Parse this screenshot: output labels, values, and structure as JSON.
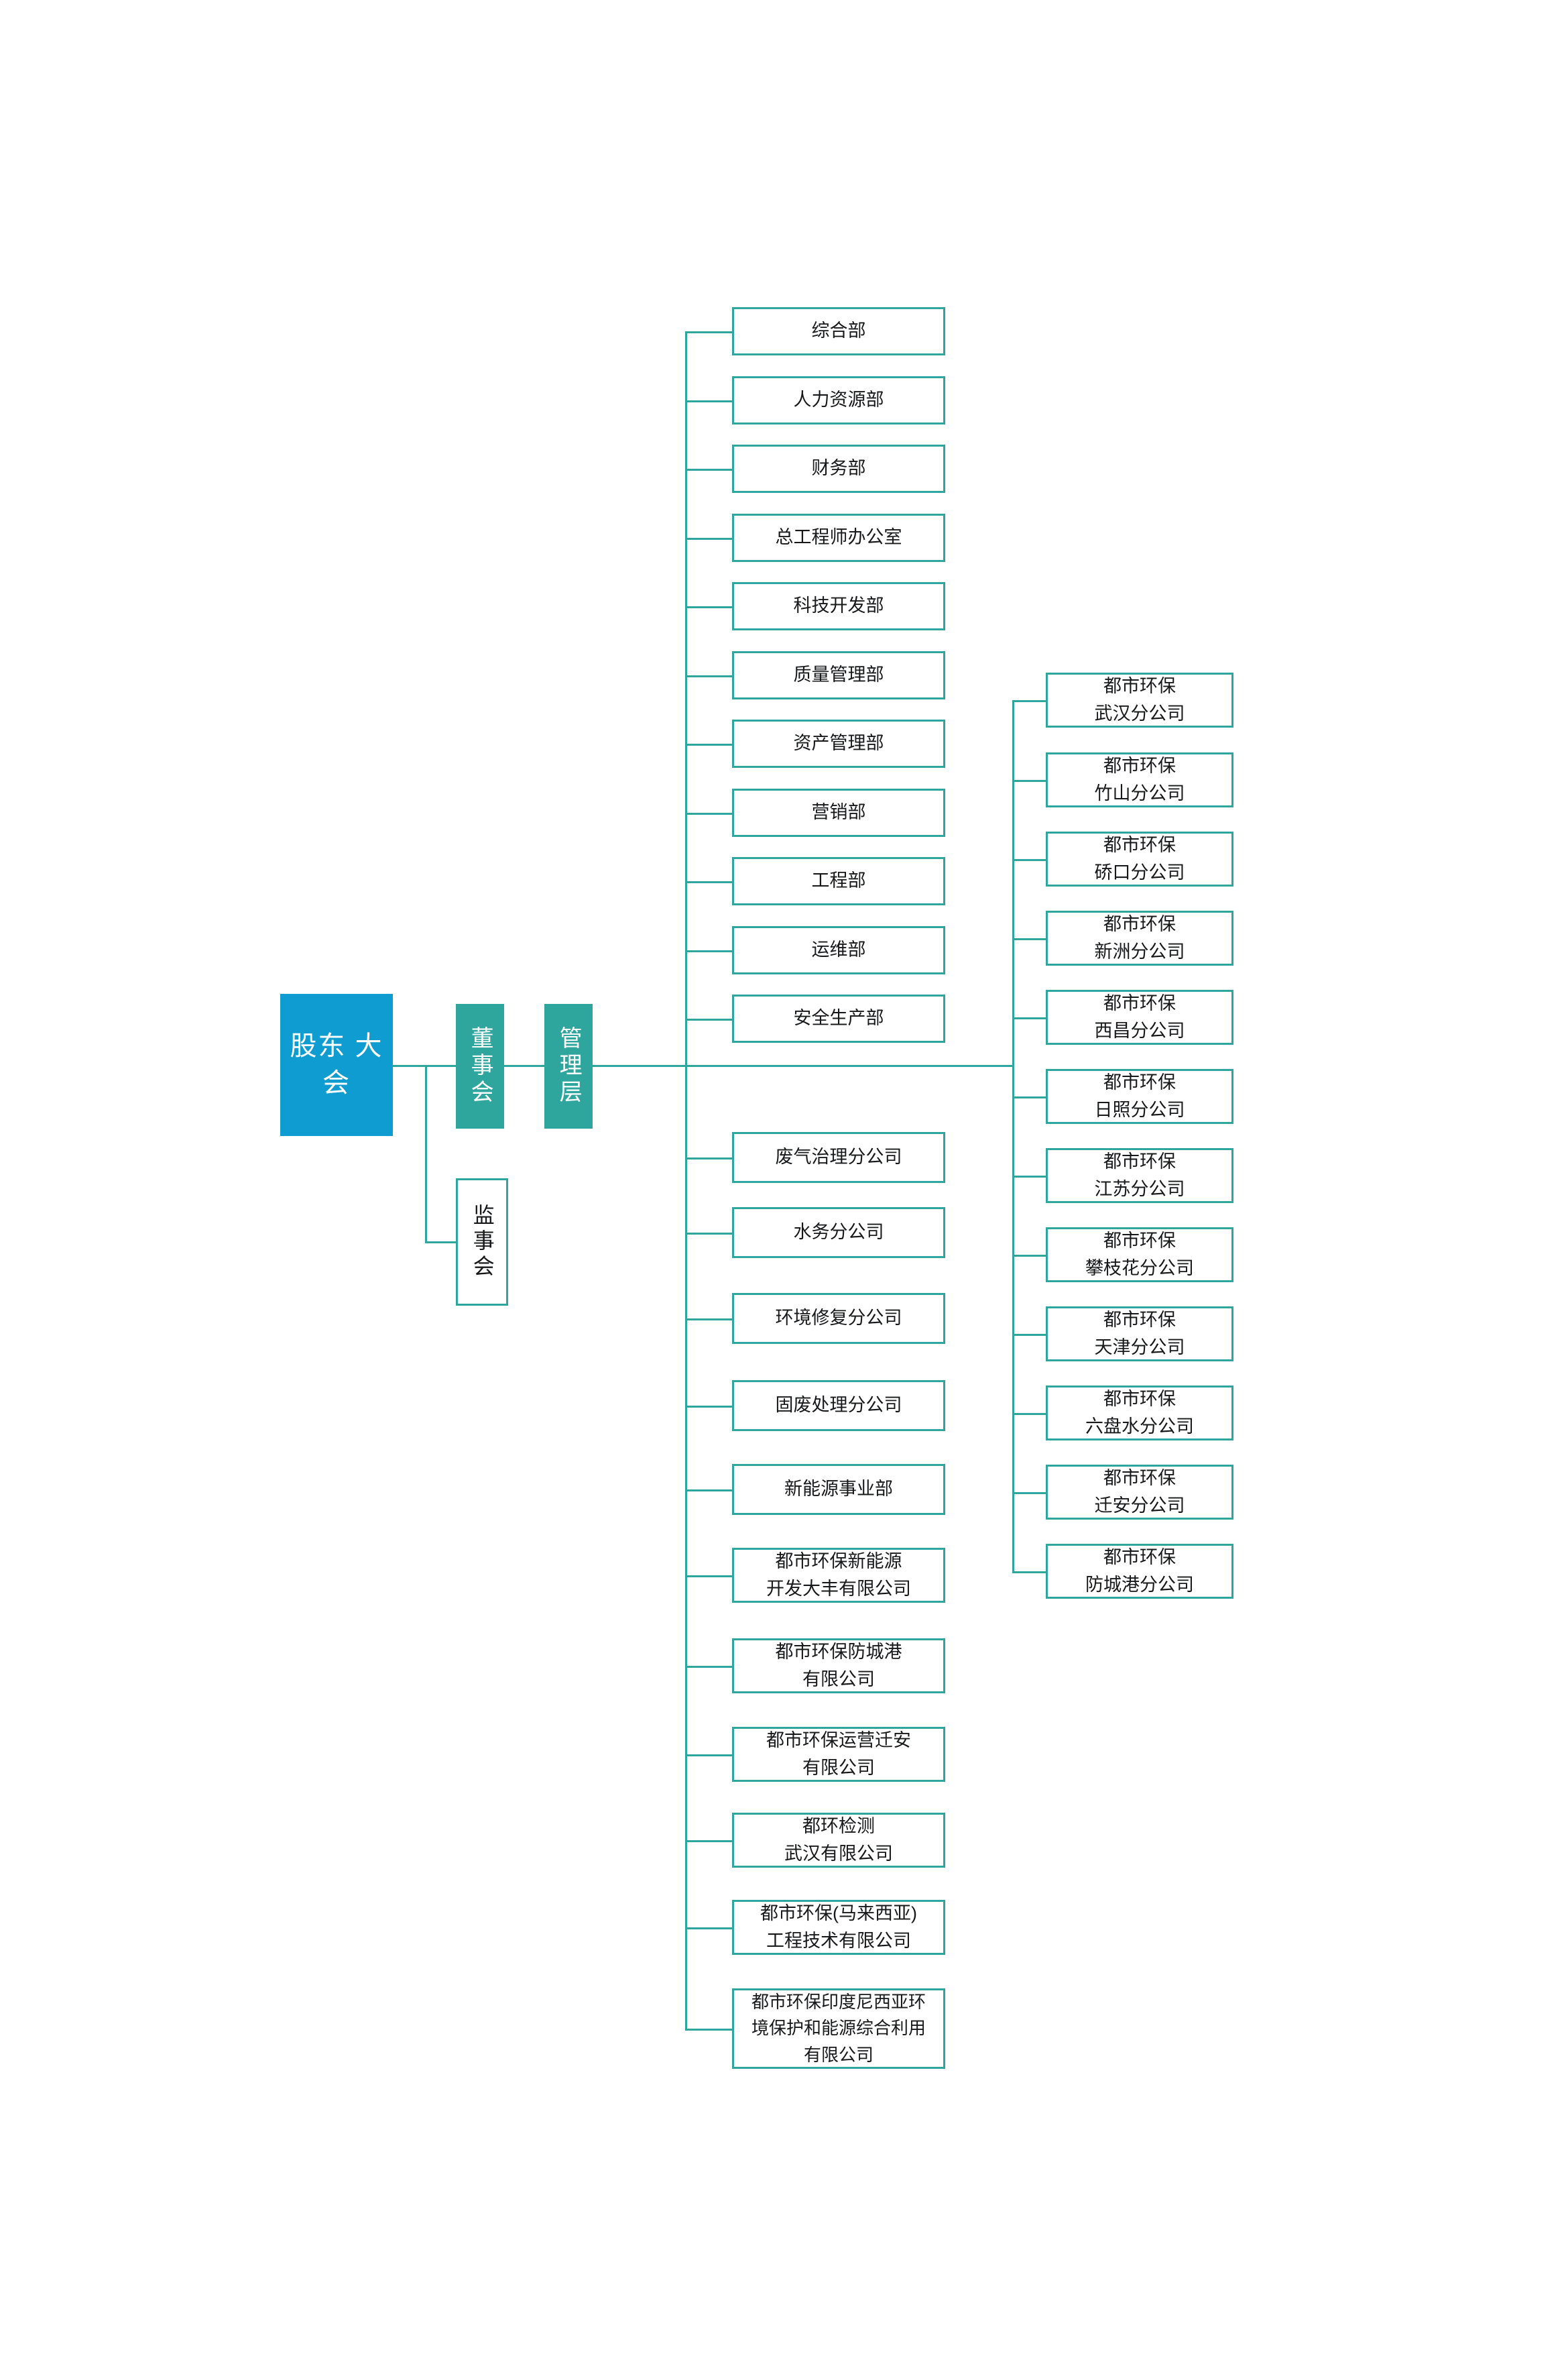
{
  "chart_title": "",
  "colors": {
    "root_fill": "#0f9cd1",
    "node_fill": "#2ea69d",
    "line": "#2ea69d",
    "box_border": "#2ea69d",
    "box_fill": "#ffffff",
    "text_dark": "#17181a",
    "text_light": "#ffffff"
  },
  "root": {
    "label": "股东\n大会"
  },
  "governance": {
    "board": {
      "label": "董事会"
    },
    "management": {
      "label": "管理层"
    },
    "supervisory": {
      "label": "监事会"
    }
  },
  "departments": [
    {
      "label": "综合部"
    },
    {
      "label": "人力资源部"
    },
    {
      "label": "财务部"
    },
    {
      "label": "总工程师办公室"
    },
    {
      "label": "科技开发部"
    },
    {
      "label": "质量管理部"
    },
    {
      "label": "资产管理部"
    },
    {
      "label": "营销部"
    },
    {
      "label": "工程部"
    },
    {
      "label": "运维部"
    },
    {
      "label": "安全生产部"
    }
  ],
  "subsidiaries": [
    {
      "label": "废气治理分公司"
    },
    {
      "label": "水务分公司"
    },
    {
      "label": "环境修复分公司"
    },
    {
      "label": "固废处理分公司"
    },
    {
      "label": "新能源事业部"
    },
    {
      "label": "都市环保新能源\n开发大丰有限公司"
    },
    {
      "label": "都市环保防城港\n有限公司"
    },
    {
      "label": "都市环保运营迁安\n有限公司"
    },
    {
      "label": "都环检测\n武汉有限公司"
    },
    {
      "label": "都市环保(马来西亚)\n工程技术有限公司"
    },
    {
      "label": "都市环保印度尼西亚环\n境保护和能源综合利用\n有限公司"
    }
  ],
  "branches": [
    {
      "label": "都市环保\n武汉分公司"
    },
    {
      "label": "都市环保\n竹山分公司"
    },
    {
      "label": "都市环保\n硚口分公司"
    },
    {
      "label": "都市环保\n新洲分公司"
    },
    {
      "label": "都市环保\n西昌分公司"
    },
    {
      "label": "都市环保\n日照分公司"
    },
    {
      "label": "都市环保\n江苏分公司"
    },
    {
      "label": "都市环保\n攀枝花分公司"
    },
    {
      "label": "都市环保\n天津分公司"
    },
    {
      "label": "都市环保\n六盘水分公司"
    },
    {
      "label": "都市环保\n迁安分公司"
    },
    {
      "label": "都市环保\n防城港分公司"
    }
  ]
}
